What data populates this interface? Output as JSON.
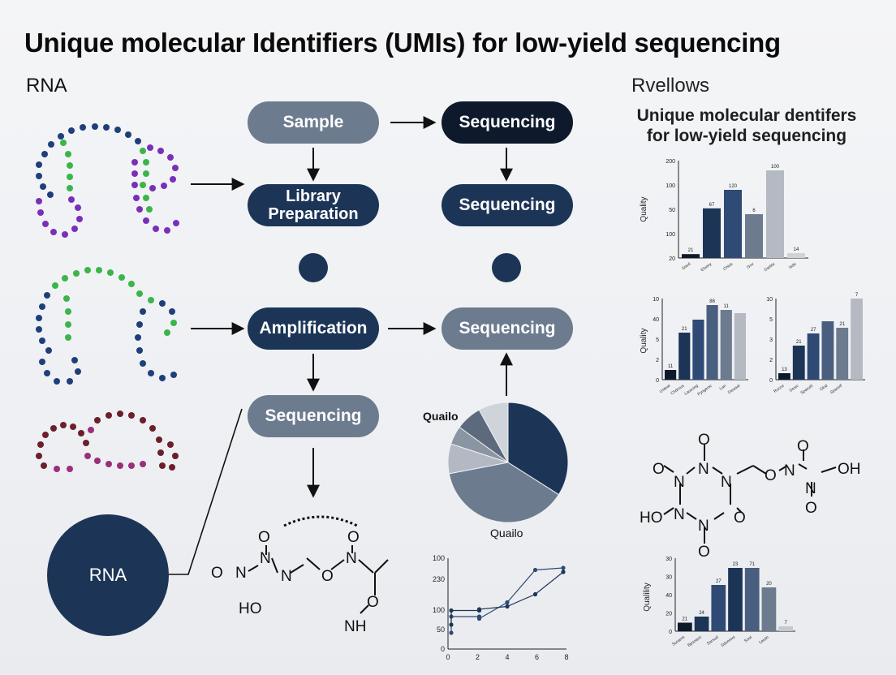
{
  "title": "Unique molecular Identifiers (UMIs) for low-yield sequencing",
  "left_label": "RNA",
  "right_header": "Rvellows",
  "right_title": "Unique molecular dentifers for low-yield sequencing",
  "flow": {
    "sample": "Sample",
    "seq_top": "Sequencing",
    "library": "Library Preparation",
    "seq_second": "Sequencing",
    "amplification": "Amplification",
    "seq_middle": "Sequencing",
    "seq_lower": "Sequencing",
    "rna_circle": "RNA"
  },
  "colors": {
    "navy": "#1c3557",
    "slate": "#6d7b8f",
    "black": "#0e1a2c",
    "rna_purple": "#7a2fb8",
    "rna_green": "#3bb54a",
    "rna_blue": "#1f3f7a",
    "rna_maroon": "#6b1f2a"
  },
  "left_molecule": {
    "atoms": [
      "O",
      "N",
      "N",
      "O",
      "N",
      "O",
      "N",
      "HO",
      "O",
      "NH"
    ]
  },
  "right_molecule": {
    "atoms": [
      "O",
      "N",
      "N",
      "O",
      "N",
      "O",
      "N",
      "OH",
      "HO",
      "N",
      "N",
      "O",
      "O"
    ]
  },
  "pie_labels": {
    "top": "Quailo",
    "bottom": "Quailo"
  },
  "chart_data": [
    {
      "type": "bar",
      "ylabel": "Quality",
      "ylim": [
        0,
        200
      ],
      "yticks": [
        "20",
        "100",
        "50",
        "100",
        "200"
      ],
      "categories": [
        "Seed",
        "Elsevy",
        "Chiuk",
        "Gov",
        "Darble",
        "Isda"
      ],
      "values": [
        8,
        102,
        140,
        90,
        180,
        10
      ],
      "data_labels": [
        "21",
        "67",
        "120",
        "6",
        "100",
        "14"
      ],
      "bar_colors": [
        "#0e1a2c",
        "#1c3557",
        "#2f4a75",
        "#6d7b8f",
        "#b5b9c2",
        "#cfd2d8"
      ]
    },
    {
      "type": "bar",
      "ylabel": "Quality",
      "ylim": [
        0,
        10
      ],
      "yticks": [
        "0",
        "2",
        "5",
        "40",
        "10"
      ],
      "categories": [
        "Unteat",
        "Chdrous",
        "Lausong",
        "Pyngenic",
        "Lan",
        "Dieasal"
      ],
      "values": [
        1.2,
        5.8,
        7.4,
        9.2,
        8.6,
        8.2
      ],
      "data_labels": [
        "11",
        "21",
        "",
        "86",
        "11",
        ""
      ],
      "bar_colors": [
        "#0e1a2c",
        "#1c3557",
        "#2f4a75",
        "#4a5f80",
        "#6d7b8f",
        "#b5b9c2"
      ]
    },
    {
      "type": "bar",
      "ylim": [
        0,
        10
      ],
      "yticks": [
        "0",
        "2",
        "3",
        "5",
        "10"
      ],
      "categories": [
        "Rocce",
        "Desic",
        "Sparuth",
        "Gkid",
        "Spacelf"
      ],
      "values": [
        0.8,
        4.2,
        5.7,
        7.2,
        6.4,
        10
      ],
      "data_labels": [
        "13",
        "21",
        "27",
        "",
        "21",
        "7"
      ],
      "bar_colors": [
        "#0e1a2c",
        "#1c3557",
        "#2f4a75",
        "#4a5f80",
        "#6d7b8f",
        "#b5b9c2"
      ]
    },
    {
      "type": "bar",
      "ylabel": "Qualility",
      "ylim": [
        0,
        30
      ],
      "yticks": [
        "0",
        "20",
        "40",
        "30",
        "30"
      ],
      "categories": [
        "Suraent",
        "Bpsotect",
        "Sarsud",
        "Sdonnmt",
        "Sout",
        "Laistn"
      ],
      "values": [
        3.5,
        6,
        19,
        26,
        26,
        18,
        2
      ],
      "data_labels": [
        "21",
        "24",
        "27",
        "23",
        "71",
        "20",
        "7"
      ],
      "bar_colors": [
        "#0e1a2c",
        "#1c3557",
        "#2f4a75",
        "#1c3557",
        "#4a5f80",
        "#6d7b8f",
        "#c4c8d0"
      ]
    },
    {
      "type": "pie",
      "values": [
        34,
        38,
        8,
        5,
        7,
        8
      ],
      "slice_colors": [
        "#1c3557",
        "#6d7b8f",
        "#b3b8c2",
        "#8a94a3",
        "#5d6a7d",
        "#cfd3da"
      ]
    },
    {
      "type": "line",
      "ylim": [
        0,
        100
      ],
      "yticks": [
        "0",
        "50",
        "100",
        "230",
        "100"
      ],
      "xticks": [
        "0",
        "2",
        "4",
        "6",
        "8"
      ],
      "series": [
        {
          "x": [
            0,
            0,
            2,
            2,
            4,
            6,
            8
          ],
          "y": [
            20,
            60,
            60,
            55,
            95,
            175,
            180
          ]
        },
        {
          "x": [
            0,
            0,
            2,
            2,
            4,
            6,
            8
          ],
          "y": [
            40,
            75,
            75,
            78,
            85,
            115,
            170
          ]
        }
      ]
    }
  ]
}
